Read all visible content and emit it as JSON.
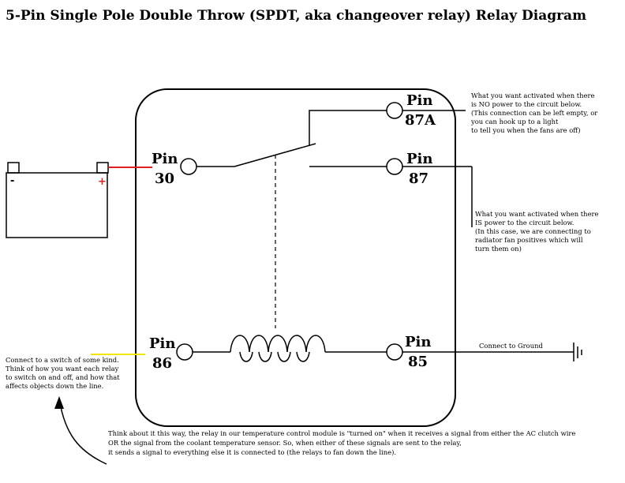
{
  "title": "5-Pin Single Pole Double Throw (SPDT,  aka changeover relay) Relay Diagram",
  "pins": {
    "p87a": {
      "word": "Pin",
      "num": "87A"
    },
    "p30": {
      "word": "Pin",
      "num": "30"
    },
    "p87": {
      "word": "Pin",
      "num": "87"
    },
    "p86": {
      "word": "Pin",
      "num": "86"
    },
    "p85": {
      "word": "Pin",
      "num": "85"
    }
  },
  "battery": {
    "minus": "-",
    "plus": "+"
  },
  "notes": {
    "n87a": [
      "What you want activated when there",
      "is NO power to the circuit below.",
      "(This connection can be left empty, or",
      "you can hook up to a light",
      "to tell you when the fans are off)"
    ],
    "n87": [
      "What you want activated when there",
      "IS power to the circuit below.",
      "(In this case, we are connecting to",
      "radiator fan positives which will",
      "turn them on)"
    ],
    "n85": "Connect to Ground",
    "n86": [
      "Connect to a switch of some kind.",
      "Think of how you want each relay",
      "to switch on and off, and how that",
      "affects objects down the line."
    ],
    "bottom": [
      "Think about it this way, the relay in our temperature control module is \"turned on\" when it receives a signal from either the AC clutch wire",
      "OR the signal from the coolant temperature sensor. So, when either of these signals are sent to the relay,",
      "it sends a signal to everything else it is connected to (the relays to fan down the line)."
    ]
  },
  "colors": {
    "wire_red": "#e02020",
    "wire_yellow": "#f2e600",
    "ink": "#000000"
  }
}
